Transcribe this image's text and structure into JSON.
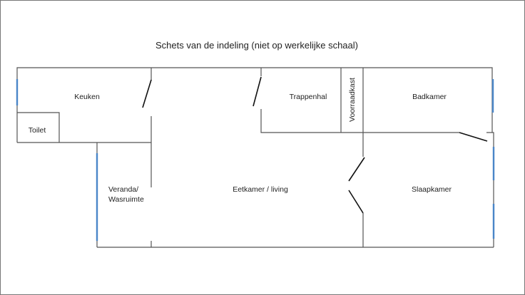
{
  "title": "Schets van de indeling (niet op werkelijke schaal)",
  "rooms": {
    "keuken": "Keuken",
    "toilet": "Toilet",
    "trappenhal": "Trappenhal",
    "voorraadkast": "Voorraadkast",
    "badkamer": "Badkamer",
    "veranda_line1": "Veranda/",
    "veranda_line2": "Wasruimte",
    "eetkamer": "Eetkamer / living",
    "slaapkamer": "Slaapkamer"
  },
  "colors": {
    "wall": "#555555",
    "window": "#4a86c8",
    "door": "#111111"
  }
}
